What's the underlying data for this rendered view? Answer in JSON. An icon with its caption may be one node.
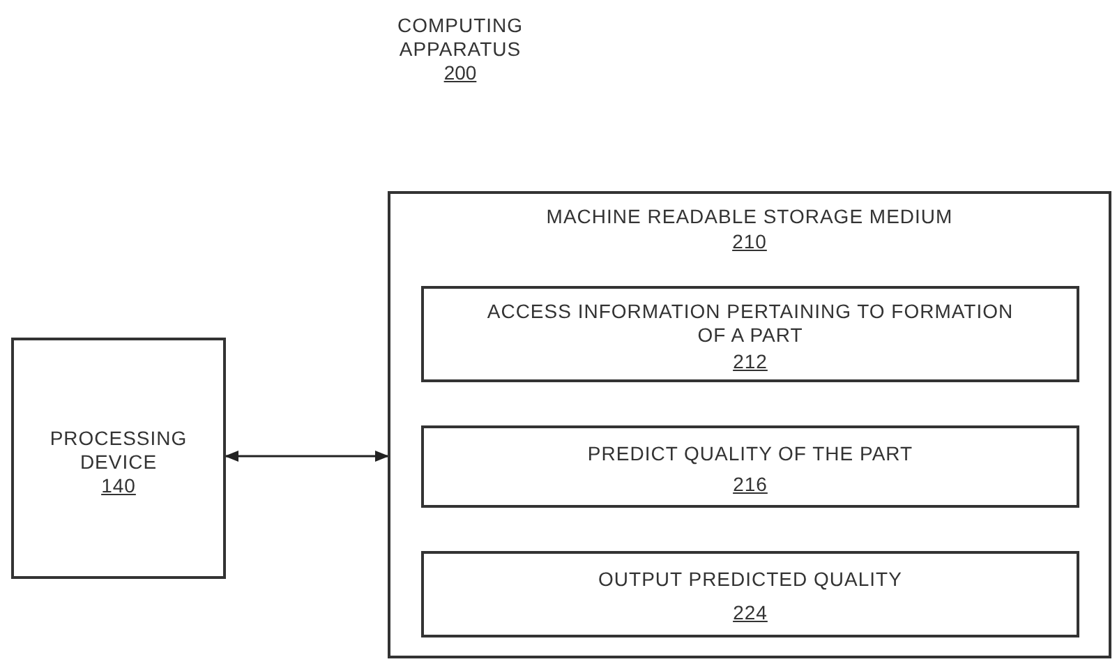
{
  "diagram": {
    "title": "COMPUTING APPARATUS",
    "nodes": [
      {
        "text": [
          "PROCESSING DEVICE",
          "140"
        ]
      },
      {
        "text": [
          "MACHINE READABLE STORAGE MEDIUM",
          "210"
        ]
      },
      {
        "text": [
          "ACCESS INFORMATION PERTAINING TO FORMATION OF A PART",
          "212"
        ],
        "in": 1
      },
      {
        "text": [
          "PREDICT QUALITY OF THE PART",
          "216"
        ],
        "in": 1
      },
      {
        "text": [
          "OUTPUT PREDICTED QUALITY",
          "224"
        ],
        "in": 1
      }
    ],
    "edges": [
      {
        "from": 0,
        "to": 1,
        "arrow": "both"
      }
    ],
    "labels": [
      "200"
    ]
  }
}
